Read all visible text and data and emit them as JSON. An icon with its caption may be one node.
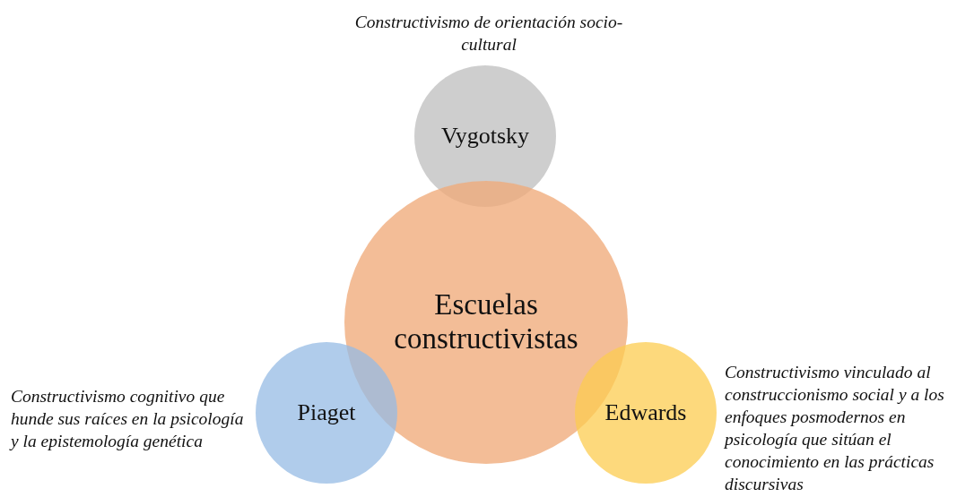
{
  "diagram": {
    "nodes": [
      {
        "text": [
          "Escuelas constructivistas"
        ]
      },
      {
        "text": [
          "Vygotsky"
        ],
        "beside": [
          "Constructivismo de orientación socio-cultural"
        ]
      },
      {
        "text": [
          "Piaget"
        ],
        "beside": [
          "Constructivismo cognitivo que hunde sus raíces en la psicología y la epistemología genética"
        ]
      },
      {
        "text": [
          "Edwards"
        ],
        "beside": [
          "Constructivismo vinculado al construccionismo social y a los enfoques posmodernos en psicología que sitúan el conocimiento en las prácticas discursivas"
        ]
      }
    ]
  }
}
